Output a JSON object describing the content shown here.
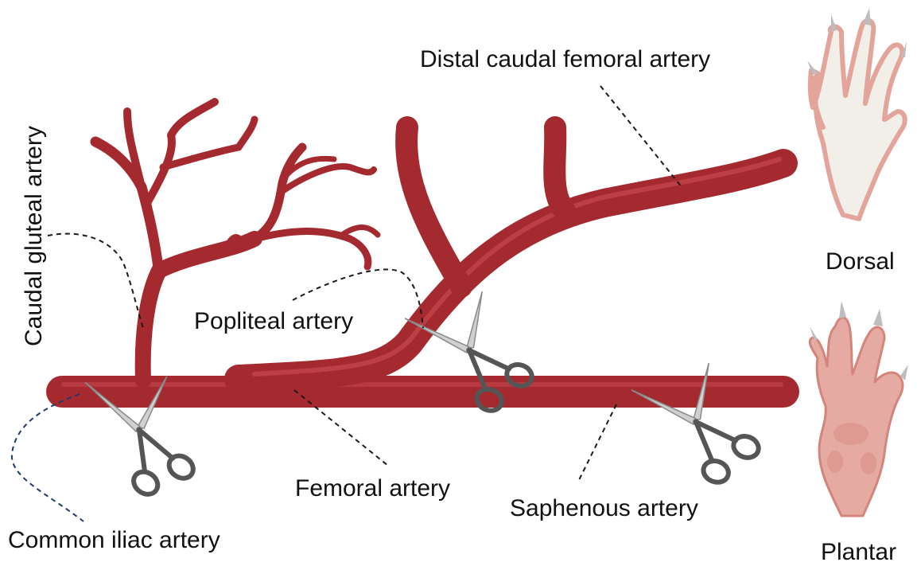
{
  "labels": {
    "distal_caudal_femoral": "Distal caudal femoral artery",
    "caudal_gluteal": "Caudal gluteal artery",
    "popliteal": "Popliteal artery",
    "femoral": "Femoral artery",
    "saphenous": "Saphenous artery",
    "common_iliac": "Common iliac artery",
    "dorsal": "Dorsal",
    "plantar": "Plantar"
  },
  "colors": {
    "artery": "#a52a2f",
    "artery_highlight": "#c8494e",
    "paw_dorsal": "#f2efe9",
    "paw_dorsal_edge": "#e8a9a0",
    "paw_plantar": "#e5aaa2",
    "scissors_blade": "#c9c9c9",
    "scissors_handle": "#555555"
  },
  "icons": [
    "scissors-icon",
    "dorsal-paw-icon",
    "plantar-paw-icon"
  ]
}
